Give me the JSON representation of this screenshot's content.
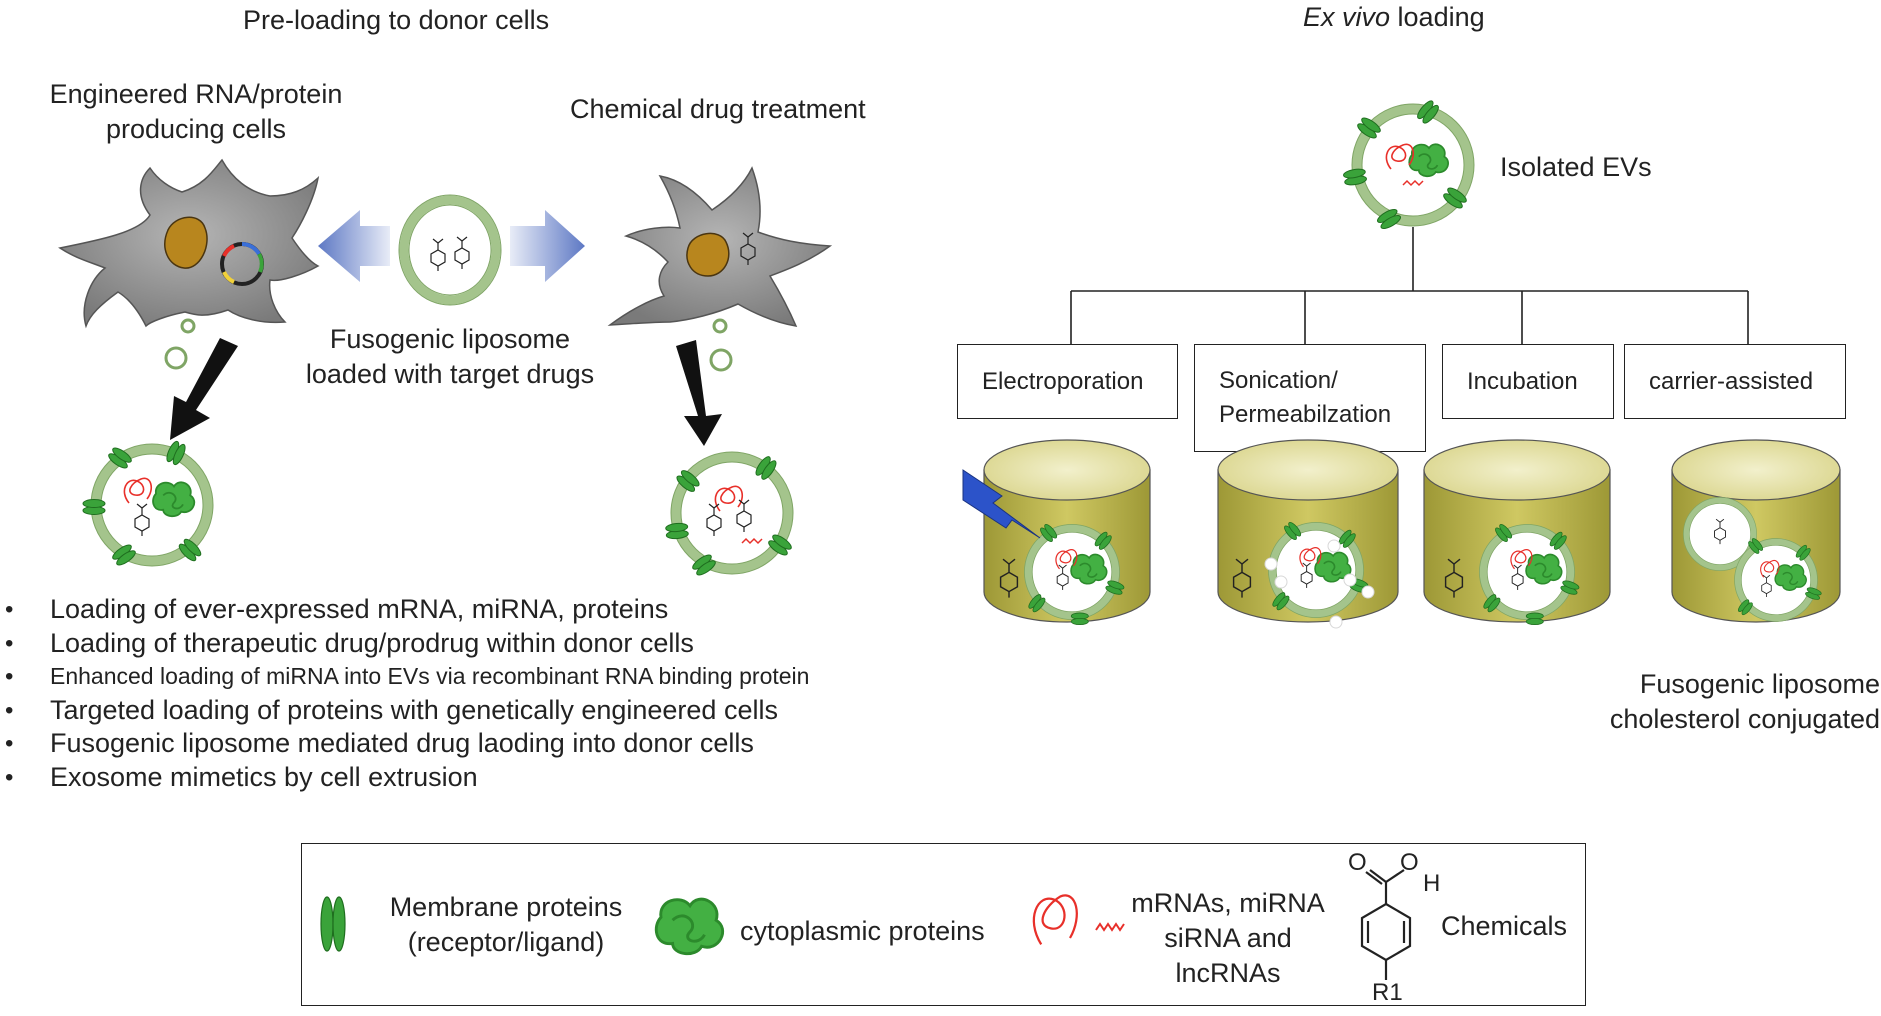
{
  "headings": {
    "preloading": "Pre-loading to donor cells",
    "exvivo_em": "Ex vivo",
    "exvivo_rest": " loading"
  },
  "labels": {
    "engineered_line1": "Engineered RNA/protein",
    "engineered_line2": "producing cells",
    "chemical_treatment": "Chemical drug treatment",
    "fusogenic_line1": "Fusogenic liposome",
    "fusogenic_line2": "loaded with target drugs",
    "isolated_evs": "Isolated EVs",
    "fuso_chol_line1": "Fusogenic liposome",
    "fuso_chol_line2": "cholesterol conjugated"
  },
  "methods": [
    {
      "line1": "Electroporation",
      "line2": ""
    },
    {
      "line1": "Sonication/",
      "line2": "Permeabilzation"
    },
    {
      "line1": "Incubation",
      "line2": ""
    },
    {
      "line1": "carrier-assisted",
      "line2": ""
    }
  ],
  "bullets": [
    "Loading of ever-expressed mRNA, miRNA, proteins",
    "Loading of therapeutic drug/prodrug within donor cells",
    "Enhanced loading of miRNA into EVs via recombinant RNA binding protein",
    "Targeted loading of proteins with genetically engineered cells",
    "Fusogenic liposome mediated drug laoding into donor cells",
    "Exosome mimetics by cell extrusion"
  ],
  "legend": {
    "membrane_line1": "Membrane proteins",
    "membrane_line2": "(receptor/ligand)",
    "cytoplasmic": "cytoplasmic proteins",
    "rna_line1": "mRNAs, miRNA",
    "rna_line2": "siRNA and",
    "rna_line3": "lncRNAs",
    "chemicals": "Chemicals",
    "r1": "R1",
    "o_atom": "O",
    "oh_o": "O",
    "oh_h": "H"
  },
  "colors": {
    "cell_gray": "#8c8c8c",
    "nucleus": "#b8861e",
    "vesicle_green": "#a4c48c",
    "membrane_protein": "#3aa33a",
    "rna_red": "#e8302a",
    "arrow_blue": "#7e95cf",
    "cylinder_olive": "#c6c05a",
    "bolt_blue": "#2c53c9"
  }
}
